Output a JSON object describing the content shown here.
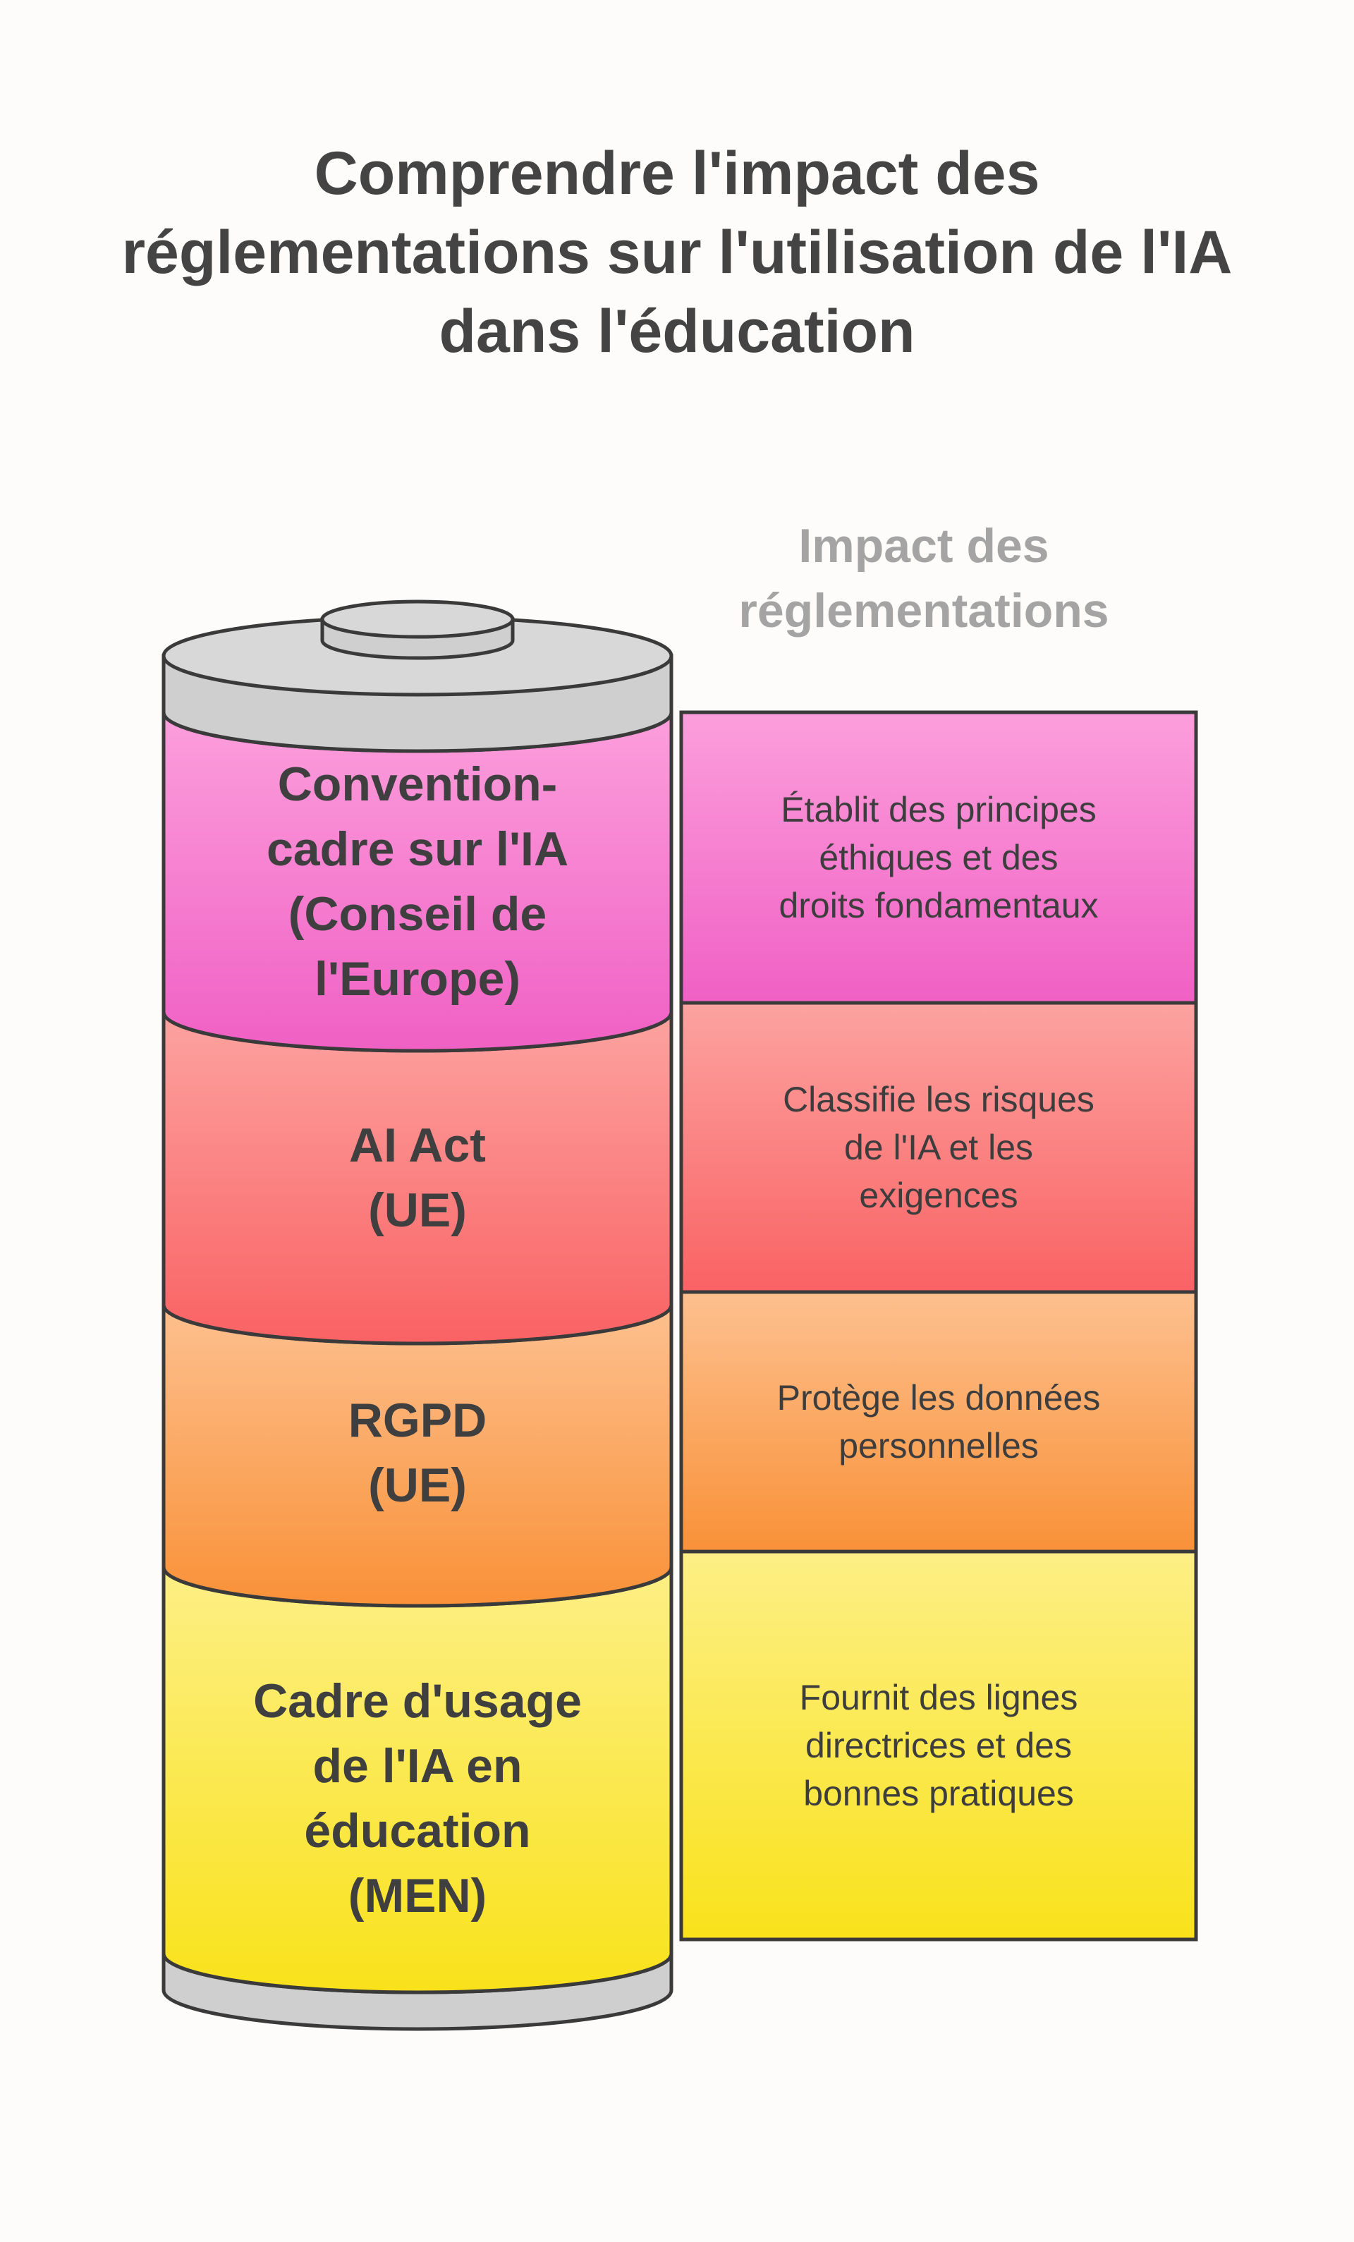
{
  "title": {
    "lines": [
      "Comprendre l'impact des",
      "réglementations sur l'utilisation de l'IA",
      "dans l'éducation"
    ]
  },
  "column_header": {
    "lines": [
      "Impact des",
      "réglementations"
    ]
  },
  "layers": [
    {
      "label_lines": [
        "Convention-",
        "cadre sur l'IA",
        "(Conseil de",
        "l'Europe)"
      ],
      "description_lines": [
        "Établit des principes",
        "éthiques et des",
        "droits fondamentaux"
      ],
      "color_top": "#fc9fdc",
      "color_bottom": "#f060c4"
    },
    {
      "label_lines": [
        "AI Act",
        "(UE)"
      ],
      "description_lines": [
        "Classifie les risques",
        "de l'IA et les",
        "exigences"
      ],
      "color_top": "#fca3a0",
      "color_bottom": "#fa6264"
    },
    {
      "label_lines": [
        "RGPD",
        "(UE)"
      ],
      "description_lines": [
        "Protège les données",
        "personnelles"
      ],
      "color_top": "#fdc08f",
      "color_bottom": "#f99138"
    },
    {
      "label_lines": [
        "Cadre d'usage",
        "de l'IA en",
        "éducation",
        "(MEN)"
      ],
      "description_lines": [
        "Fournit des lignes",
        "directrices et des",
        "bonnes pratiques"
      ],
      "color_top": "#fdef86",
      "color_bottom": "#f9e21a"
    }
  ],
  "cap_color": "#cfcfcf",
  "outline_color": "#3a3a3a"
}
